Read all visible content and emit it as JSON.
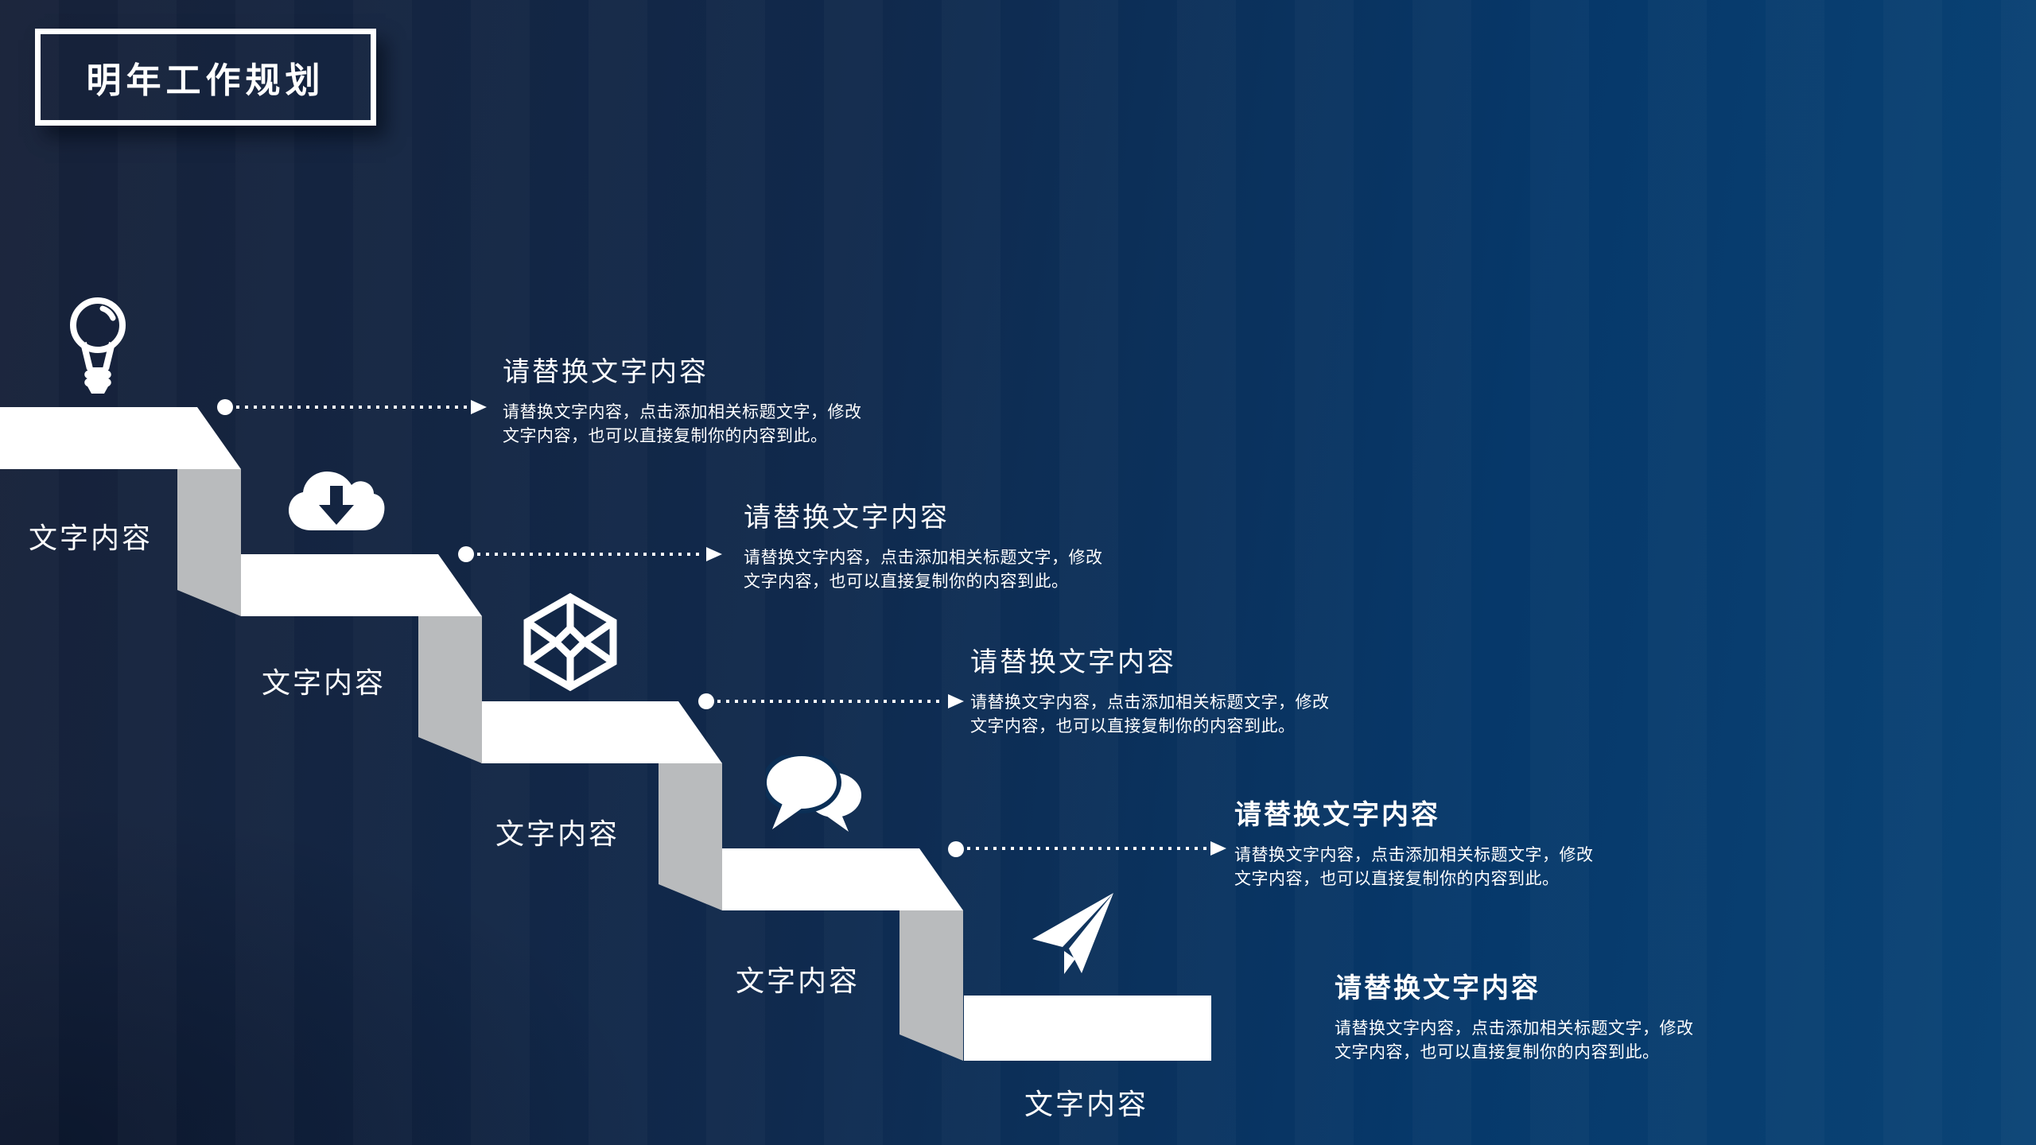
{
  "slide_title": "明年工作规划",
  "steps": [
    {
      "label": "文字内容",
      "icon": "lightbulb-icon",
      "heading": "请替换文字内容",
      "body_line1": "请替换文字内容，点击添加相关标题文字，修改",
      "body_line2": "文字内容，也可以直接复制你的内容到此。"
    },
    {
      "label": "文字内容",
      "icon": "cloud-download-icon",
      "heading": "请替换文字内容",
      "body_line1": "请替换文字内容，点击添加相关标题文字，修改",
      "body_line2": "文字内容，也可以直接复制你的内容到此。"
    },
    {
      "label": "文字内容",
      "icon": "cube-icon",
      "heading": "请替换文字内容",
      "body_line1": "请替换文字内容，点击添加相关标题文字，修改",
      "body_line2": "文字内容，也可以直接复制你的内容到此。"
    },
    {
      "label": "文字内容",
      "icon": "chat-bubbles-icon",
      "heading": "请替换文字内容",
      "body_line1": "请替换文字内容，点击添加相关标题文字，修改",
      "body_line2": "文字内容，也可以直接复制你的内容到此。"
    },
    {
      "label": "文字内容",
      "icon": "paper-plane-icon",
      "heading": "请替换文字内容",
      "body_line1": "请替换文字内容，点击添加相关标题文字，修改",
      "body_line2": "文字内容，也可以直接复制你的内容到此。"
    }
  ],
  "colors": {
    "background_left": "#172138",
    "background_right": "#0a4476",
    "step_white": "#ffffff",
    "riser_gray": "#b9bbbd",
    "text": "#ffffff"
  }
}
